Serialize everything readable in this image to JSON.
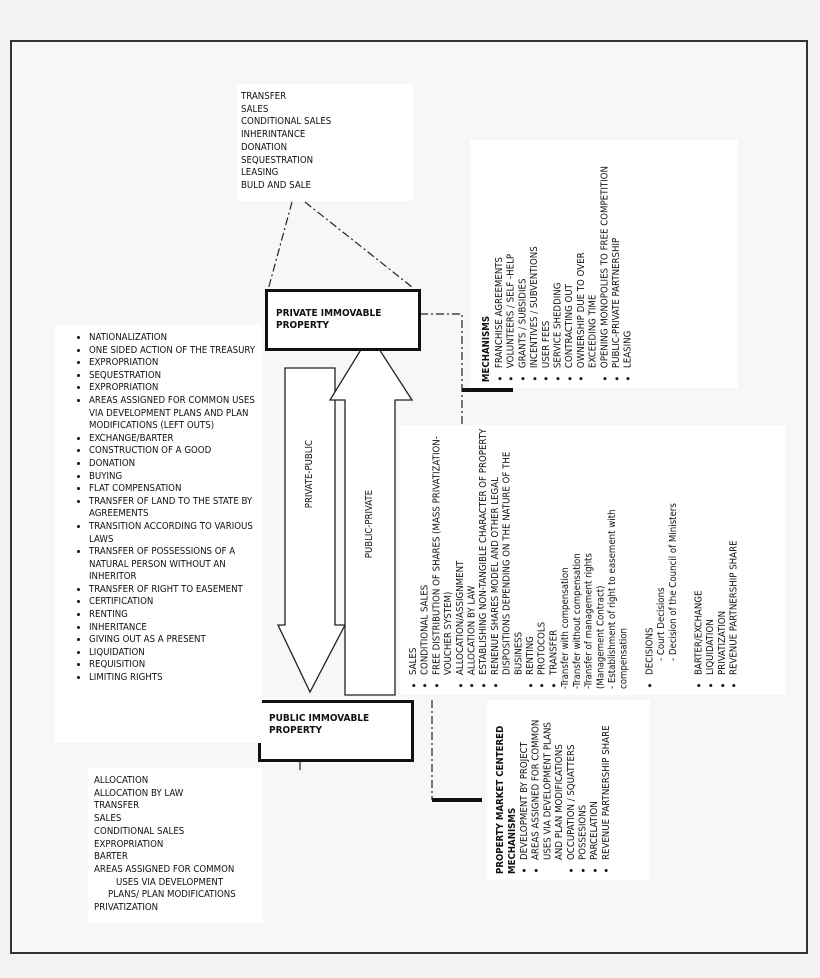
{
  "top_box": {
    "items": [
      "TRANSFER",
      "SALES",
      "CONDITIONAL SALES",
      "INHERINTANCE",
      "DONATION",
      "SEQUESTRATION",
      "LEASING",
      "BULD AND SALE"
    ]
  },
  "private_property": {
    "label": "PRIVATE IMMOVABLE PROPERTY"
  },
  "public_property": {
    "label": "PUBLIC IMMOVABLE PROPERTY"
  },
  "arrows": {
    "down_label": "PRIVATE-PUBLIC",
    "up_label": "PUBLIC-PRIVATE"
  },
  "mechanisms_box": {
    "title": "MECHANISMS",
    "items": [
      "FRANCHISE AGREEMENTS",
      "VOLUNTEERS / SELF -HELP",
      "GRANTS / SUBSIDIES",
      "INCENTIVES / SUBVENTIONS",
      "USER FEES",
      "SERVICE SHEDDING",
      "CONTRACTING OUT",
      "OWNERSHIP DUE TO OVER EXCEEDING TIME",
      "OPENING MONOPOLIES TO FREE COMPETITION",
      "PUBLIC-PRIVATE PARTNERSHIP",
      "LEASING"
    ]
  },
  "middle_box": {
    "items": [
      "SALES",
      "CONDITIONAL SALES",
      "FREE DISTRIBUTION OF SHARES (MASS PRIVATIZATION-VOUCHER SYSTEM)",
      "ALLOCATION/ASSIGNMENT",
      "ALLOCATION BY LAW",
      "ESTABLISHING NON-TANGIBLE CHARACTER OF PROPERTY",
      "RENENUE SHARES MODEL AND OTHER LEGAL DISPOSITIONS DEPENDING ON THE NATURE OF THE BUSINESS",
      "RENTING",
      "PROTOCOLS",
      "TRANSFER"
    ],
    "transfer_sub": [
      "-Transfer with compensation",
      "-Transfer without compensation",
      "-Transfer of management rights (Management Contract)",
      "- Establishment of right to easement with compensation"
    ],
    "decisions": "DECISIONS",
    "decisions_sub": [
      "- Court Decisions",
      "- Decision of the Council of Ministers"
    ],
    "tail_items": [
      "BARTER/EXCHANGE",
      "LIQUIDATION",
      "PRIVATIZATION",
      "REVENUE PARTNERSHIP SHARE"
    ]
  },
  "market_box": {
    "title": "PROPERTY MARKET CENTERED MECHANISMS",
    "items": [
      "DEVELOPMENT BY PROJECT",
      "AREAS ASSIGNED FOR COMMON USES VIA DEVELOPMENT PLANS AND PLAN MODIFICATIONS",
      "OCCUPATION / SQUATTERS",
      "POSSESIONS",
      "PARCELATION",
      "REVENUE PARTNERSHIP SHARE"
    ]
  },
  "left_box": {
    "items": [
      "NATIONALIZATION",
      "ONE SIDED ACTION OF THE TREASURY",
      "EXPROPRIATION",
      "SEQUESTRATION",
      "EXPROPRIATION",
      "AREAS ASSIGNED FOR COMMON USES VIA DEVELOPMENT PLANS AND PLAN MODIFICATIONS (LEFT OUTS)",
      "EXCHANGE/BARTER",
      "CONSTRUCTION OF A GOOD",
      "DONATION",
      "BUYING",
      "FLAT COMPENSATION",
      "TRANSFER OF LAND TO THE STATE BY AGREEMENTS",
      "TRANSITION ACCORDING TO VARIOUS LAWS",
      "TRANSFER OF POSSESSIONS OF A NATURAL PERSON WITHOUT AN INHERITOR",
      "TRANSFER OF RIGHT TO EASEMENT",
      "CERTIFICATION",
      "RENTING",
      "INHERITANCE",
      "GIVING OUT AS A PRESENT",
      "LIQUIDATION",
      "REQUISITION",
      "LIMITING RIGHTS"
    ]
  },
  "bottom_left_box": {
    "items": [
      "ALLOCATION",
      "ALLOCATION BY LAW",
      "TRANSFER",
      "SALES",
      "CONDITIONAL SALES",
      "EXPROPRIATION",
      "BARTER"
    ],
    "multi_item": "AREAS ASSIGNED FOR COMMON",
    "multi_item_cont": [
      "USES VIA DEVELOPMENT",
      "PLANS/ PLAN MODIFICATIONS"
    ],
    "last_item": "PRIVATIZATION"
  }
}
